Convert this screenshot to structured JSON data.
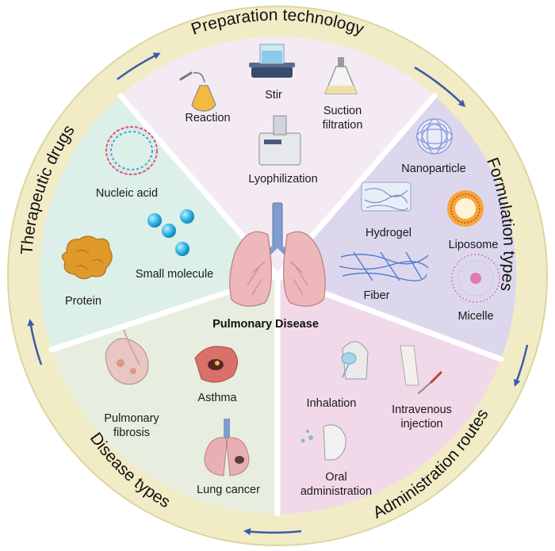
{
  "center_title": "Pulmonary Disease",
  "ring": {
    "preparation": "Preparation technology",
    "formulation": "Formulation types",
    "administration": "Administration routes",
    "disease": "Disease types",
    "therapeutic": "Therapeutic drugs"
  },
  "segments": {
    "preparation": {
      "stir": "Stir",
      "reaction": "Reaction",
      "suction_1": "Suction",
      "suction_2": "filtration",
      "lyophilization": "Lyophilization"
    },
    "formulation": {
      "nanoparticle": "Nanoparticle",
      "hydrogel": "Hydrogel",
      "liposome": "Liposome",
      "fiber": "Fiber",
      "micelle": "Micelle"
    },
    "administration": {
      "inhalation": "Inhalation",
      "intravenous_1": "Intravenous",
      "intravenous_2": "injection",
      "oral_1": "Oral",
      "oral_2": "administration"
    },
    "disease": {
      "asthma": "Asthma",
      "fibrosis_1": "Pulmonary",
      "fibrosis_2": "fibrosis",
      "lung_cancer": "Lung cancer"
    },
    "therapeutic": {
      "nucleic_acid": "Nucleic acid",
      "protein": "Protein",
      "small_molecule": "Small molecule"
    }
  },
  "colors": {
    "ring": "#f1ecc6",
    "ring_border": "#ddd4a0",
    "preparation": "#f4eaf3",
    "formulation": "#ddd7ee",
    "administration": "#f2d9ea",
    "disease": "#e7eedf",
    "therapeutic": "#dcefe9",
    "arrow": "#3f5aa8"
  }
}
